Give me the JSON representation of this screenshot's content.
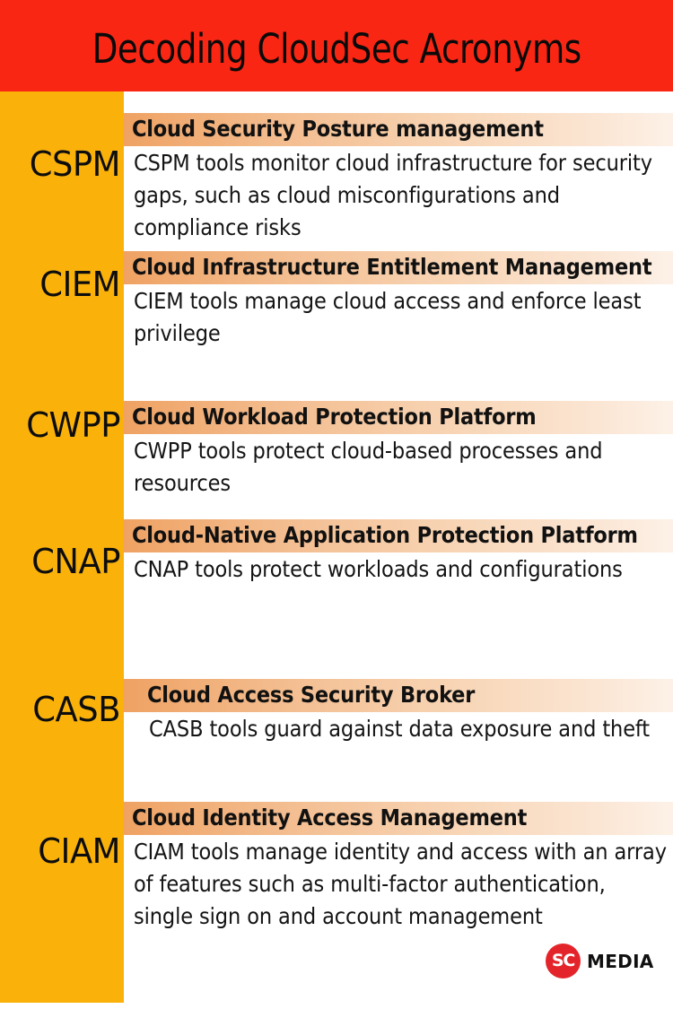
{
  "title": "Decoding CloudSec Acronyms",
  "colors": {
    "banner_red": "#F92614",
    "rail_orange": "#FAB20B",
    "band_peach_dark": "#EFA263",
    "band_peach_light": "#FDF1E7",
    "logo_red": "#E3252B",
    "text_black": "#111111",
    "page_white": "#FFFFFF"
  },
  "sections": [
    {
      "acronym": "CSPM",
      "heading": "Cloud Security Posture management",
      "body": "CSPM tools monitor cloud infrastructure for security gaps, such as cloud misconfigurations and compliance risks"
    },
    {
      "acronym": "CIEM",
      "heading": "Cloud Infrastructure Entitlement Management",
      "body": "CIEM tools manage cloud access and enforce least privilege"
    },
    {
      "acronym": "CWPP",
      "heading": "Cloud Workload Protection Platform",
      "body": "CWPP tools protect cloud-based processes and resources"
    },
    {
      "acronym": "CNAP",
      "heading": "Cloud-Native Application Protection Platform",
      "body": "CNAP tools protect workloads and configurations"
    },
    {
      "acronym": "CASB",
      "heading": "Cloud Access Security Broker",
      "body": "CASB tools guard against data exposure and theft"
    },
    {
      "acronym": "CIAM",
      "heading": "Cloud Identity Access Management",
      "body": "CIAM tools manage identity and access with an array of features such as multi-factor authentication, single sign on and account management"
    }
  ],
  "logo": {
    "mark": "SC",
    "word": "MEDIA"
  }
}
